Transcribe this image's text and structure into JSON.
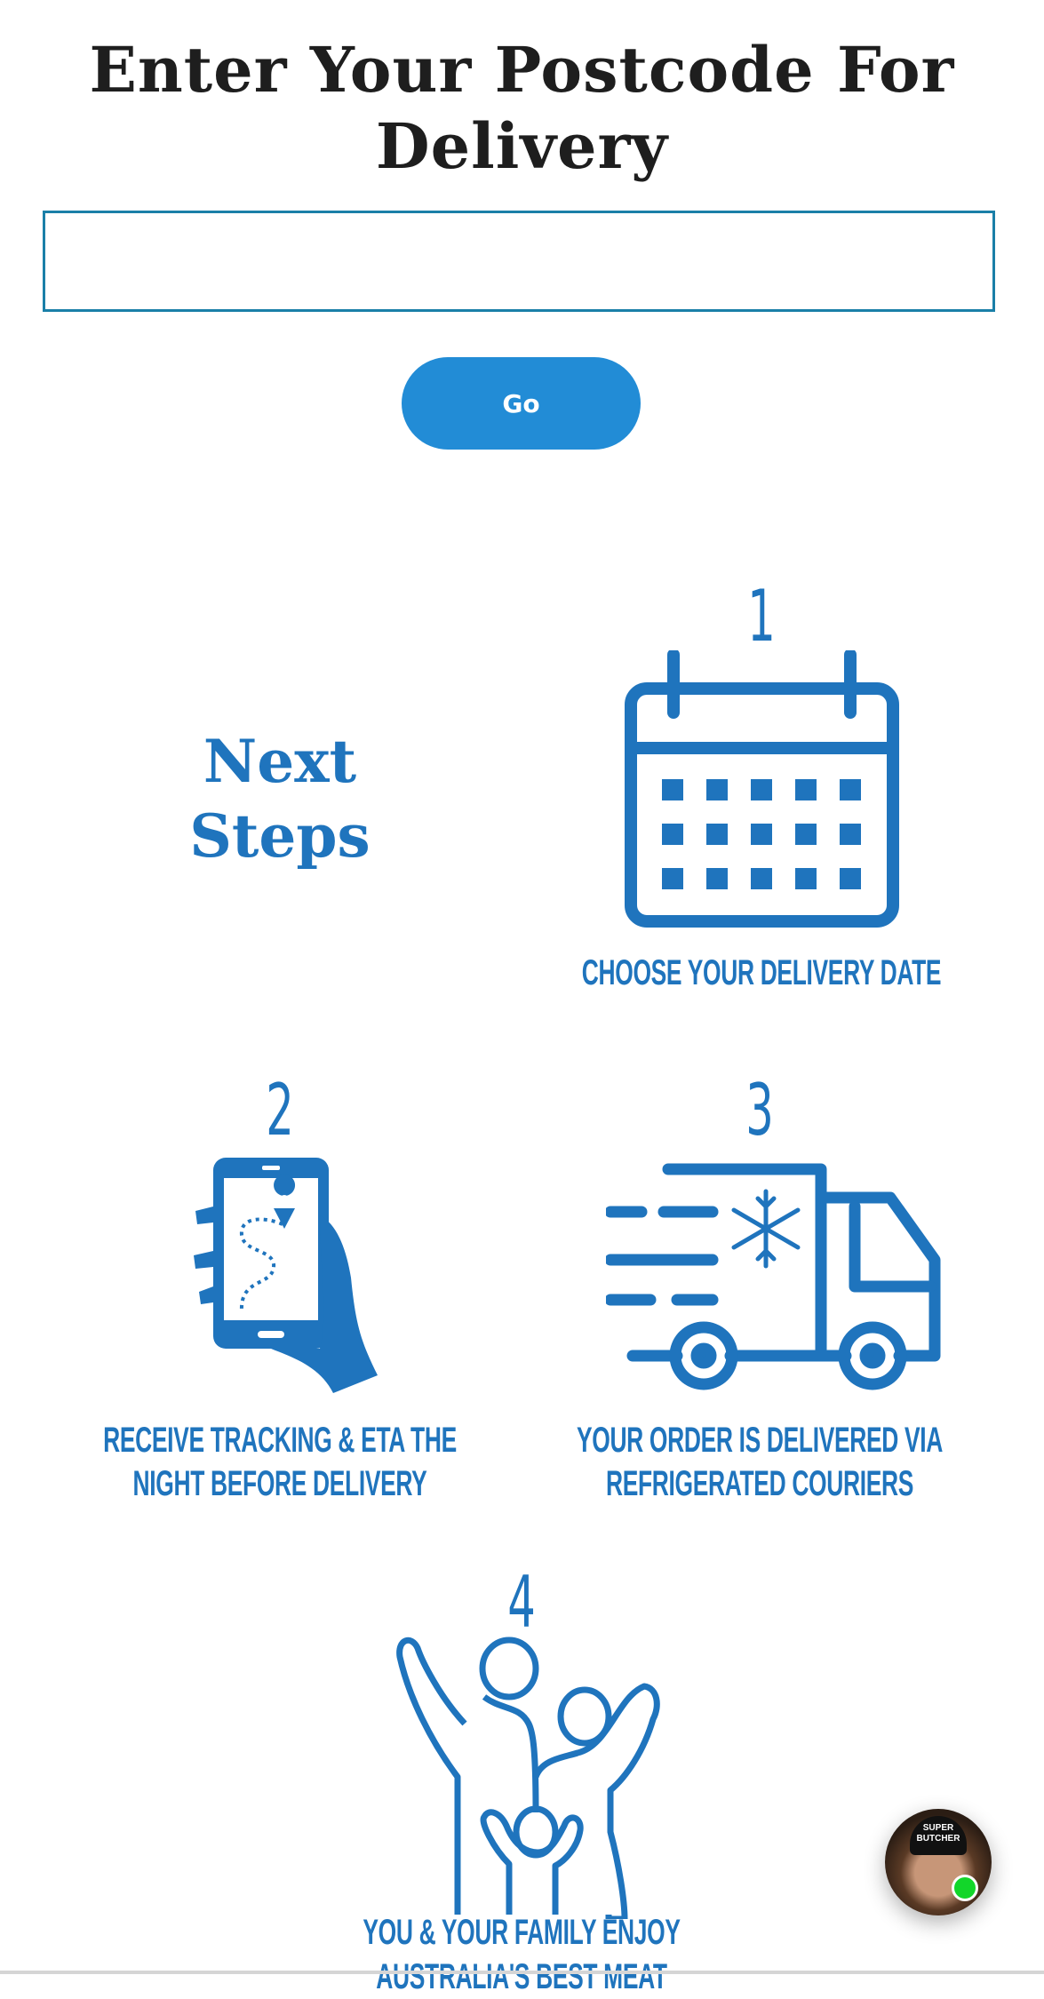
{
  "header": {
    "title_line1": "Enter Your Postcode For",
    "title_line2": "Delivery"
  },
  "postcode": {
    "value": "",
    "placeholder": ""
  },
  "go_button": {
    "label": "Go"
  },
  "next_steps": {
    "title_line1": "Next",
    "title_line2": "Steps",
    "steps": [
      {
        "number": "1",
        "caption_line1": "CHOOSE YOUR DELIVERY DATE",
        "icon": "calendar-icon"
      },
      {
        "number": "2",
        "caption_line1": "RECEIVE TRACKING & ETA THE",
        "caption_line2": "NIGHT BEFORE DELIVERY",
        "icon": "phone-tracking-icon"
      },
      {
        "number": "3",
        "caption_line1": "YOUR ORDER IS DELIVERED VIA",
        "caption_line2": "REFRIGERATED COURIERS",
        "icon": "refrigerated-truck-icon"
      },
      {
        "number": "4",
        "caption_line1": "YOU & YOUR FAMILY ENJOY",
        "caption_line2": "AUSTRALIA'S BEST MEAT",
        "icon": "family-icon"
      }
    ]
  },
  "chat": {
    "hat_text": "SUPER BUTCHER",
    "status": "online"
  },
  "colors": {
    "accent": "#1f74bd",
    "button": "#228cd6",
    "input_border": "#1a7fa8",
    "online": "#12d62a"
  }
}
